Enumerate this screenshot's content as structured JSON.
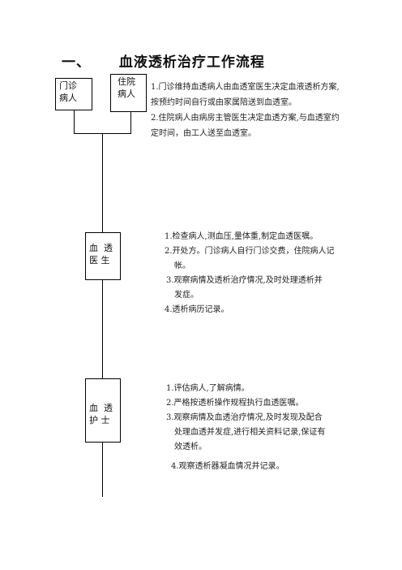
{
  "title": {
    "number": "一、",
    "text": "血液透析治疗工作流程"
  },
  "nodes": {
    "outpatient": [
      "门诊",
      "病人"
    ],
    "inpatient": [
      "住院",
      "病人"
    ],
    "doctor": [
      "血  透",
      "医 生"
    ],
    "nurse": [
      "血  透",
      "护 士"
    ]
  },
  "admission_notes": [
    "1.门诊维持血透病人由血透室医生决定血液透析方案,",
    "按预约时间自行或由家属陪送到血透室。",
    "2.住院病人由病房主管医生决定血透方案,与血透室约",
    "定时间，由工人送至血透室。"
  ],
  "doctor_notes": [
    "1.检查病人,测血压,量体重,制定血透医嘱。",
    "2.开处方。门诊病人自行门诊交费，住院病人记",
    "帐。",
    "3.观察病情及透析治疗情况,及时处理透析并",
    "发症。",
    "4.透析病历记录。"
  ],
  "nurse_notes": [
    "1.评估病人,了解病情。",
    "2.严格按透析操作规程执行血透医嘱。",
    "3.观察病情及血透治疗情况,及时发现及配合",
    "处理血透并发症,进行相关资料记录,保证有",
    "效透析。",
    "4.观察透析器凝血情况并记录。"
  ]
}
